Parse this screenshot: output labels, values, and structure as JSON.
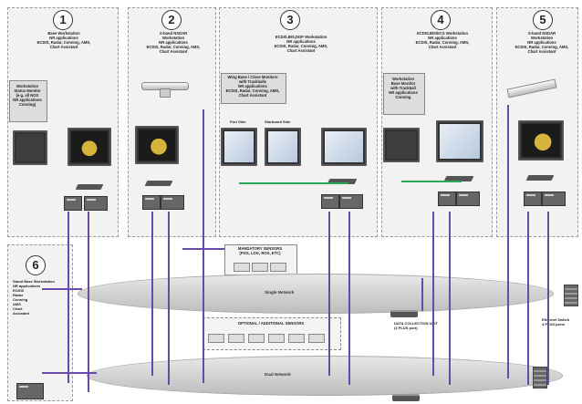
{
  "panels": [
    {
      "number": "1",
      "title": "Base Workstation\nNR applications\nECDIS, Radar, Conning, AMS,\nChart Assistant",
      "sub": "Workstation\nStatus Monitor\n(e.g. all NOS\nNR applications\nConning)"
    },
    {
      "number": "2",
      "title": "X-band NSDAR\nWorkstation\nNR applications\nECDIS, Radar, Conning, AMS,\nChart Assistant"
    },
    {
      "number": "3",
      "title": "ECDIS,BIS,DGP Workstation\nNR applications\nECDIS, Radar, Conning, AMS,\nChart Assistant",
      "sub": "Wing Base / Close Monitors\nwith Trackballs\nNR applications\nECDIS, Radar, Conning, AMS,\nChart Assistant",
      "port": "Port Side",
      "stbd": "Starboard Side"
    },
    {
      "number": "4",
      "title": "ECDIS,BIS/ECS Workstation\nNR applications\nECDIS, Radar, Conning, AMS,\nChart Assistant",
      "sub": "Workstation\nBase Monitor\nwith Trackball\nNR applications\nConning"
    },
    {
      "number": "5",
      "title": "S-band NSDAR\nWorkstation\nNR applications\nECDIS, Radar, Conning, AMS,\nChart Assistant"
    },
    {
      "number": "6",
      "title": "Stand Base Workstation\nNR applications\nECDIS\nRadar\nConning\nAMS\nChart\nAssistant"
    }
  ],
  "mandatory_sensors": "MANDATORY SENSORS\n(PGS, LOG, ROS, ETC)",
  "optional_sensors": "OPTIONAL / ADDITIONAL SENSORS",
  "single_network": "Single Network",
  "dual_network": "Dual Network",
  "data_collection": "DATA COLLECTION UNIT\n(4 PLUS port)",
  "ethernet": "Ethernet Switch\n4 PLUS ports",
  "colors": {
    "link": "#6a4aa8",
    "sync": "#29a85a"
  }
}
